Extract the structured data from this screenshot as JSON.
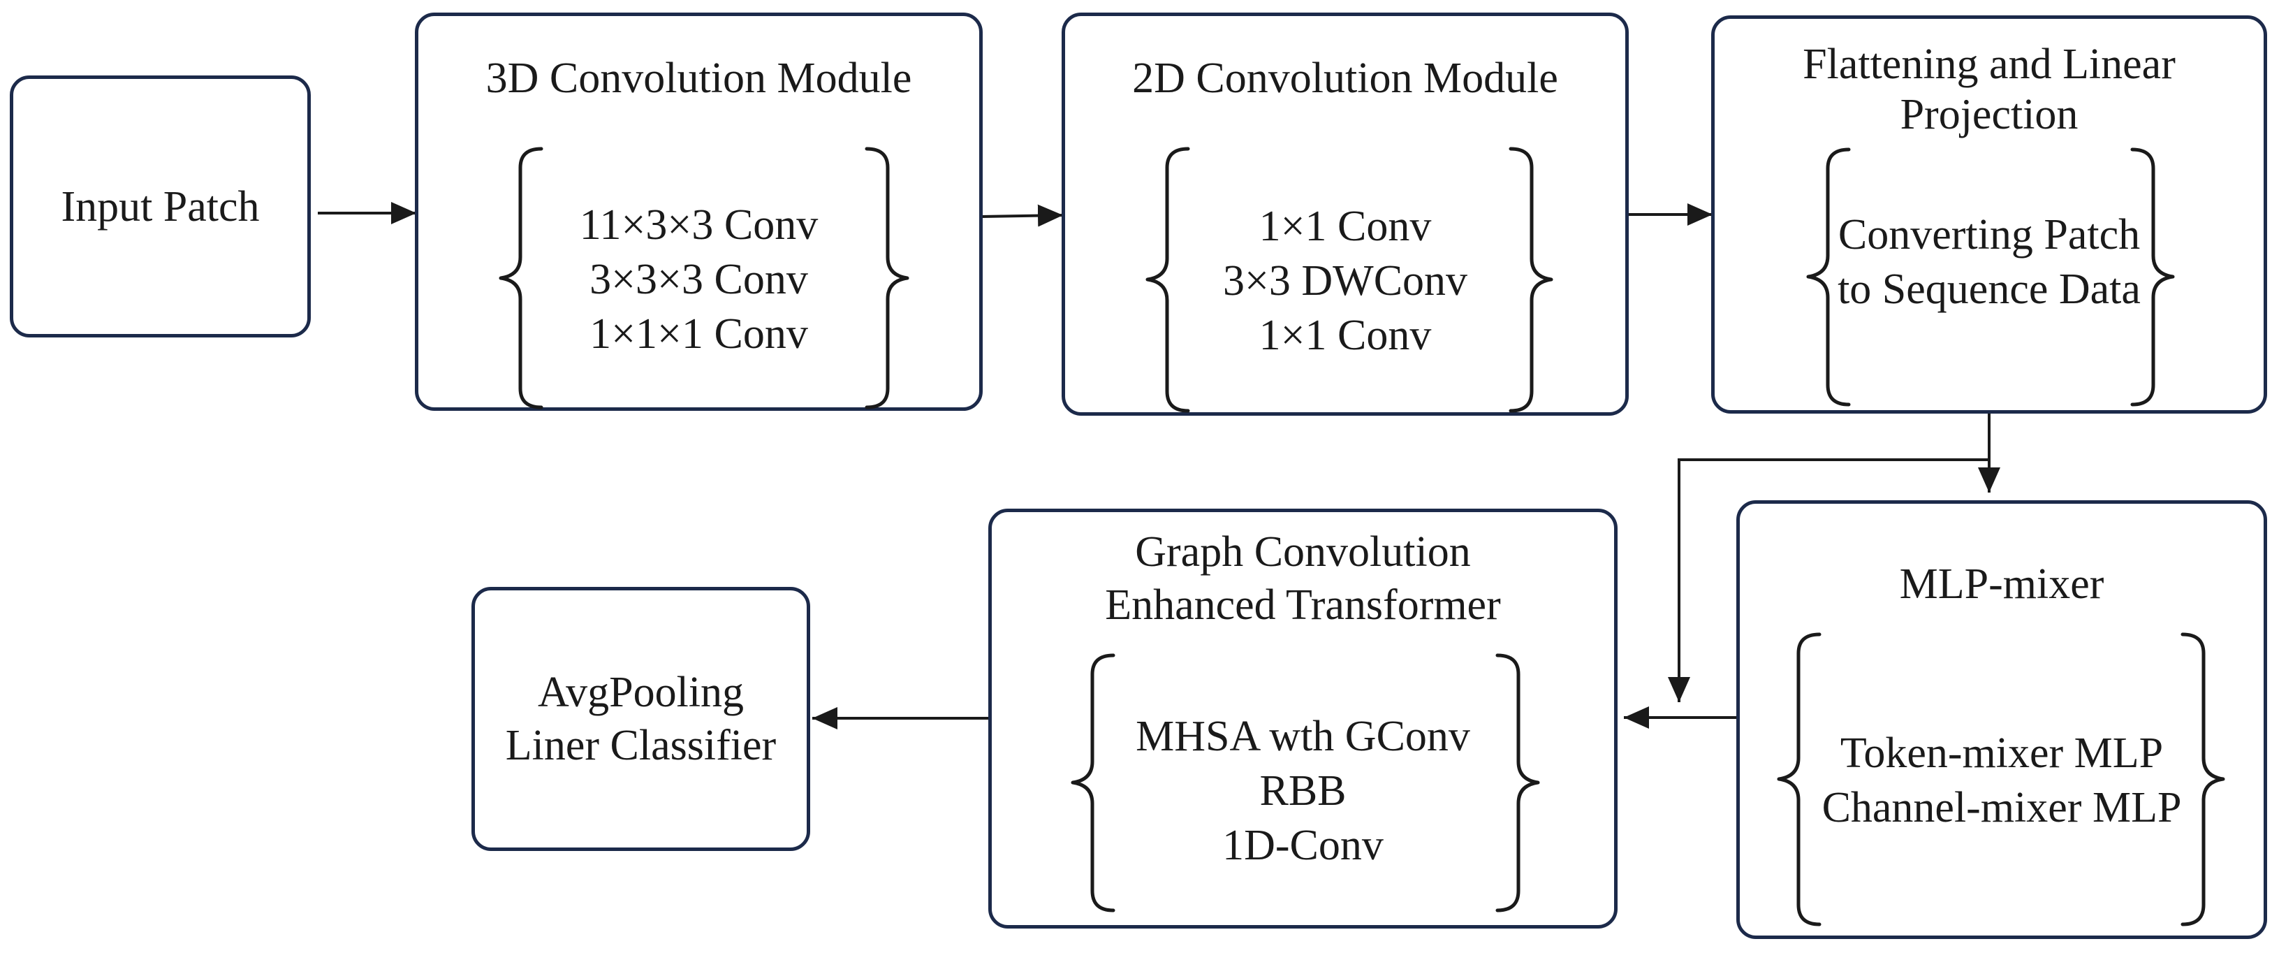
{
  "input_patch": {
    "label": "Input Patch"
  },
  "conv3d": {
    "title": "3D Convolution Module",
    "items": [
      "11×3×3 Conv",
      "3×3×3 Conv",
      "1×1×1 Conv"
    ]
  },
  "conv2d": {
    "title": "2D Convolution Module",
    "items": [
      "1×1 Conv",
      "3×3 DWConv",
      "1×1 Conv"
    ]
  },
  "flatten": {
    "title_line1": "Flattening and Linear",
    "title_line2": "Projection",
    "items": [
      "Converting Patch",
      "to Sequence Data"
    ]
  },
  "mlp_mixer": {
    "title": "MLP-mixer",
    "items": [
      "Token-mixer MLP",
      "Channel-mixer MLP"
    ]
  },
  "gcet": {
    "title_line1": "Graph Convolution",
    "title_line2": "Enhanced Transformer",
    "items": [
      "MHSA wth GConv",
      "RBB",
      "1D-Conv"
    ]
  },
  "classifier": {
    "line1": "AvgPooling",
    "line2": "Liner Classifier"
  }
}
